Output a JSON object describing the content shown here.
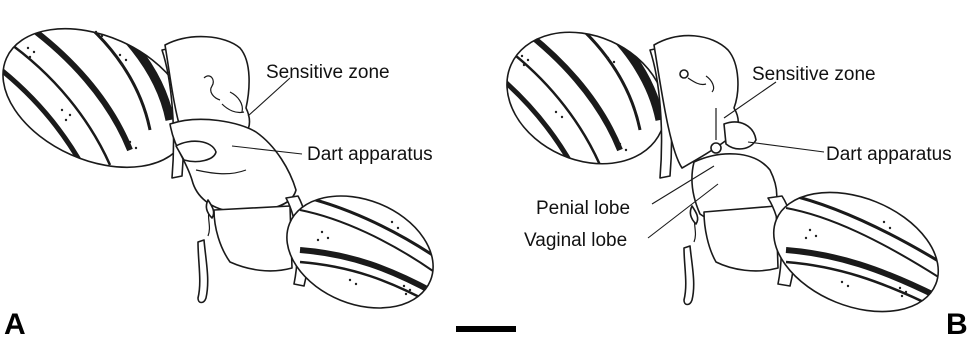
{
  "panels": {
    "a": {
      "letter": "A",
      "labels": {
        "sensitive_zone": "Sensitive zone",
        "dart_apparatus": "Dart apparatus"
      }
    },
    "b": {
      "letter": "B",
      "labels": {
        "sensitive_zone": "Sensitive zone",
        "dart_apparatus": "Dart apparatus",
        "penial_lobe": "Penial lobe",
        "vaginal_lobe": "Vaginal lobe"
      }
    }
  },
  "colors": {
    "ink": "#1a1a1a",
    "background": "#ffffff"
  }
}
